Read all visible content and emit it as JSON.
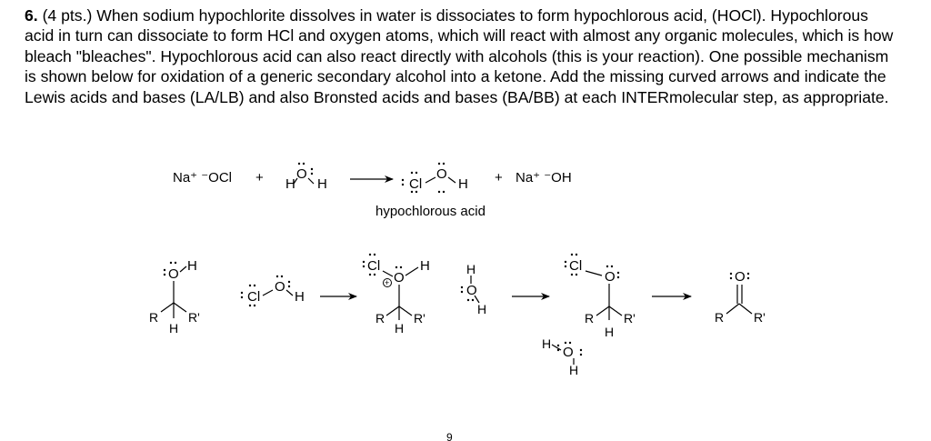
{
  "question": {
    "number": "6.",
    "text": " (4 pts.) When sodium hypochlorite dissolves in water is dissociates to form hypochlorous acid, (HOCl). Hypochlorous acid in turn can dissociate to form HCl and oxygen atoms, which will react with almost any organic molecules, which is how bleach \"bleaches\". Hypochlorous acid can also react directly with alcohols (this is your reaction). One possible mechanism is shown below for oxidation of a generic secondary alcohol into a ketone. Add the missing curved arrows and indicate the Lewis acids and bases (LA/LB) and also Bronsted acids and bases (BA/BB) at each INTERmolecular step, as appropriate."
  },
  "reaction1": {
    "reactant1": "Na⁺ ⁻OCl",
    "plus1": "+",
    "plus2": "+",
    "product2": "Na⁺ ⁻OH",
    "caption": "hypochlorous acid"
  },
  "atoms": {
    "O": "O",
    "H": "H",
    "Cl": "Cl",
    "R": "R",
    "R_prime": "R'",
    "charge": "+",
    "stray": "9"
  }
}
